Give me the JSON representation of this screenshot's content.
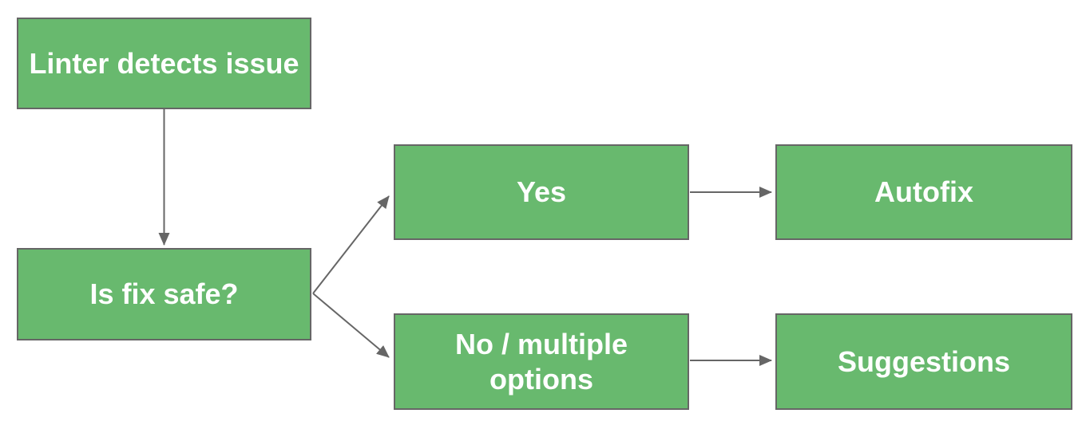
{
  "diagram": {
    "type": "flowchart",
    "nodes": {
      "linter_detects_issue": {
        "label": "Linter detects issue"
      },
      "is_fix_safe": {
        "label": "Is fix safe?"
      },
      "yes": {
        "label": "Yes"
      },
      "autofix": {
        "label": "Autofix"
      },
      "no_multiple_options": {
        "label": "No / multiple options"
      },
      "suggestions": {
        "label": "Suggestions"
      }
    },
    "edges": [
      {
        "from": "linter_detects_issue",
        "to": "is_fix_safe"
      },
      {
        "from": "is_fix_safe",
        "to": "yes"
      },
      {
        "from": "is_fix_safe",
        "to": "no_multiple_options"
      },
      {
        "from": "yes",
        "to": "autofix"
      },
      {
        "from": "no_multiple_options",
        "to": "suggestions"
      }
    ],
    "colors": {
      "node_fill": "#68b96e",
      "node_border": "#666666",
      "arrow": "#666666",
      "node_text": "#ffffff",
      "background": "#ffffff"
    }
  }
}
